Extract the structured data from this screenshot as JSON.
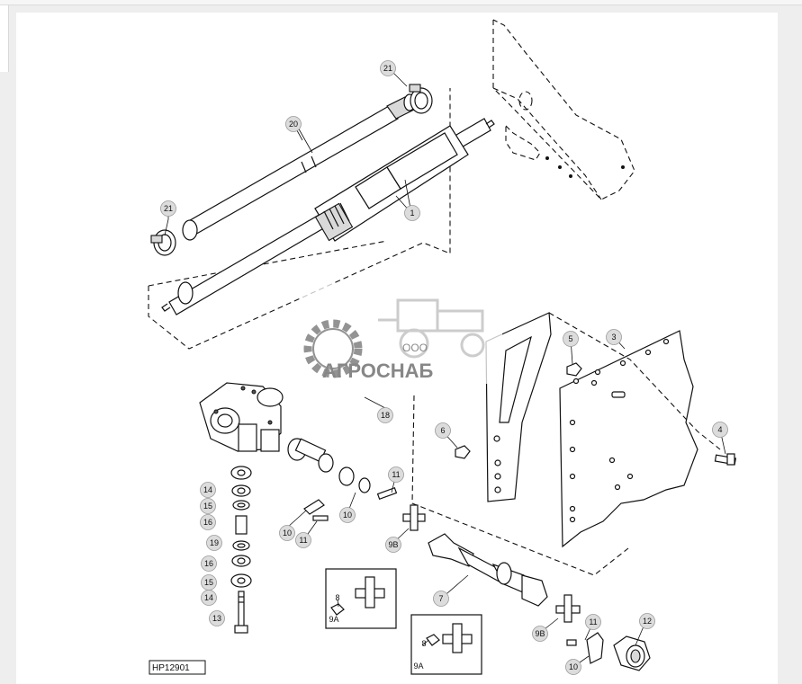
{
  "drawing_ref": "HP12901",
  "watermark": {
    "prefix": "ООО",
    "name": "АГРОСНАБ"
  },
  "callouts": {
    "c1": "1",
    "c3": "3",
    "c4": "4",
    "c5": "5",
    "c6": "6",
    "c7": "7",
    "c8a": "8",
    "c8b": "8",
    "c9a1": "9A",
    "c9a2": "9A",
    "c9b1": "9B",
    "c9b2": "9B",
    "c10a": "10",
    "c10b": "10",
    "c10c": "10",
    "c11a": "11",
    "c11b": "11",
    "c11c": "11",
    "c12": "12",
    "c13": "13",
    "c14a": "14",
    "c14b": "14",
    "c15a": "15",
    "c15b": "15",
    "c16a": "16",
    "c16b": "16",
    "c18": "18",
    "c19": "19",
    "c20": "20",
    "c21a": "21",
    "c21b": "21"
  },
  "colors": {
    "callout_fill": "#dcdcdc",
    "line": "#111111",
    "watermark_gray": "#808080"
  }
}
